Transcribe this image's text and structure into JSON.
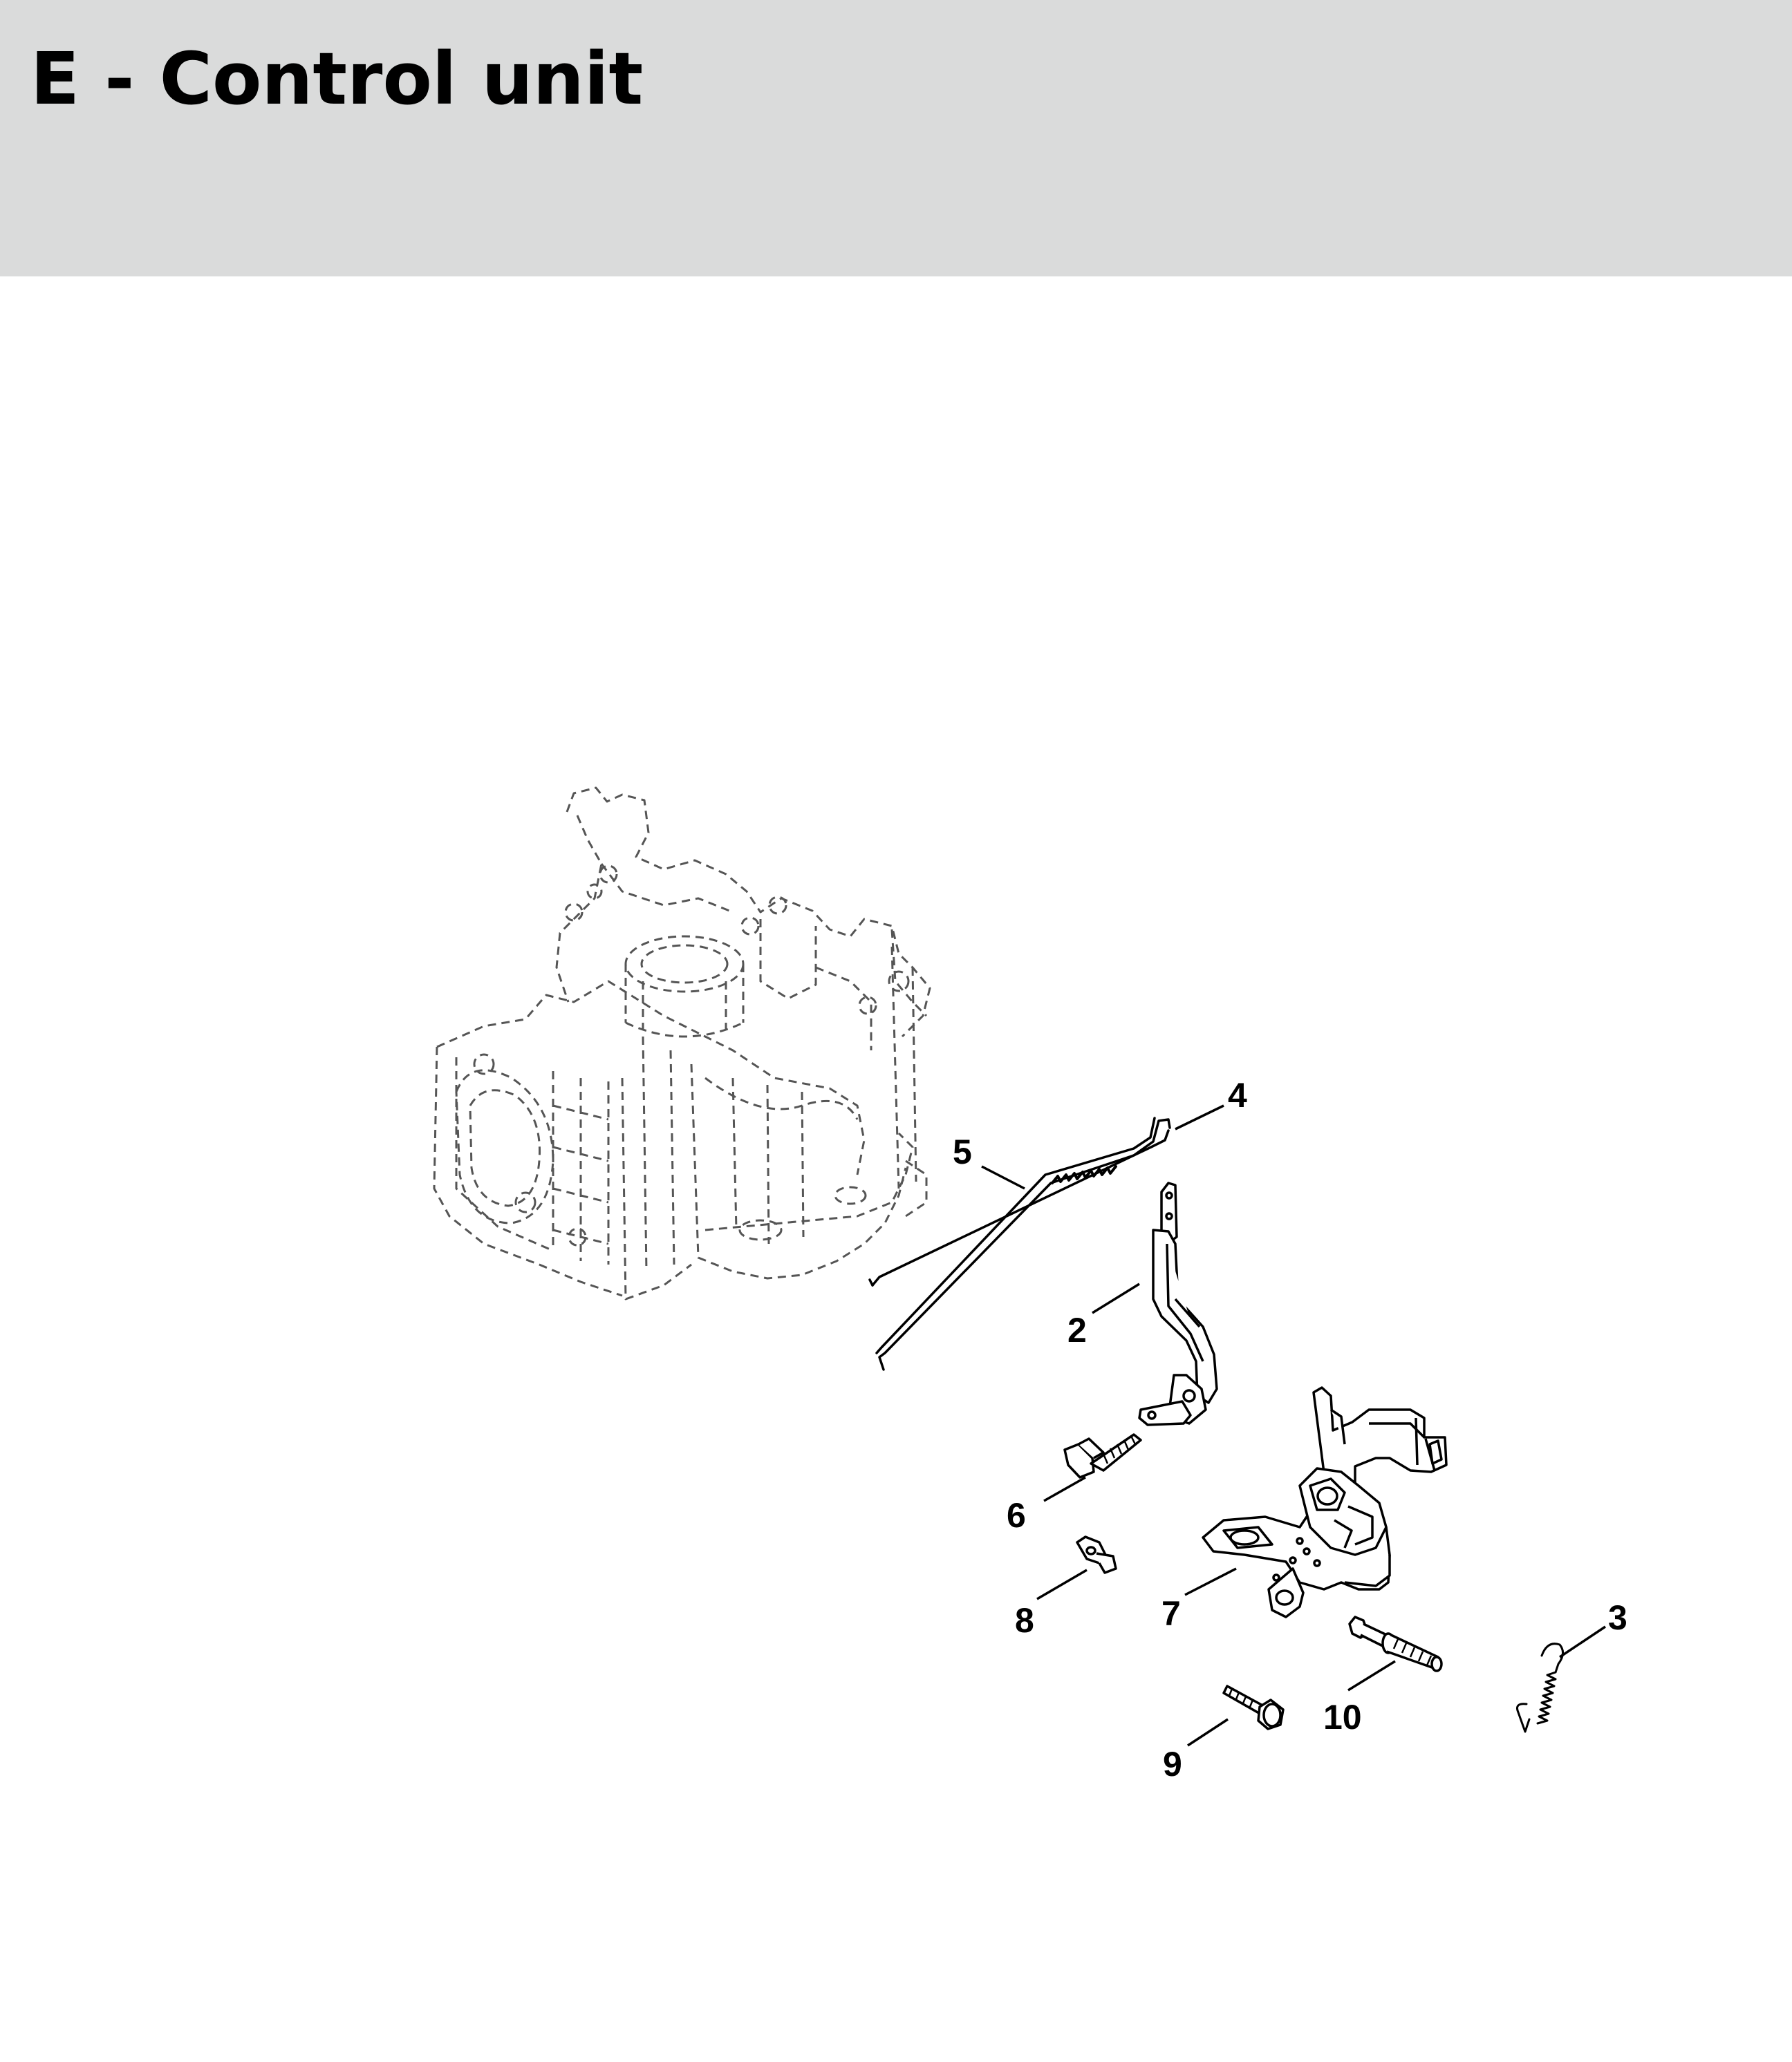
{
  "header": {
    "title": "E - Control unit",
    "background": "#dadbdb"
  },
  "diagram": {
    "line_color": "#000000",
    "ghost_color": "#555555",
    "callouts": [
      {
        "id": "2",
        "label": "2"
      },
      {
        "id": "3",
        "label": "3"
      },
      {
        "id": "4",
        "label": "4"
      },
      {
        "id": "5",
        "label": "5"
      },
      {
        "id": "6",
        "label": "6"
      },
      {
        "id": "7",
        "label": "7"
      },
      {
        "id": "8",
        "label": "8"
      },
      {
        "id": "9",
        "label": "9"
      },
      {
        "id": "10",
        "label": "10"
      }
    ]
  }
}
